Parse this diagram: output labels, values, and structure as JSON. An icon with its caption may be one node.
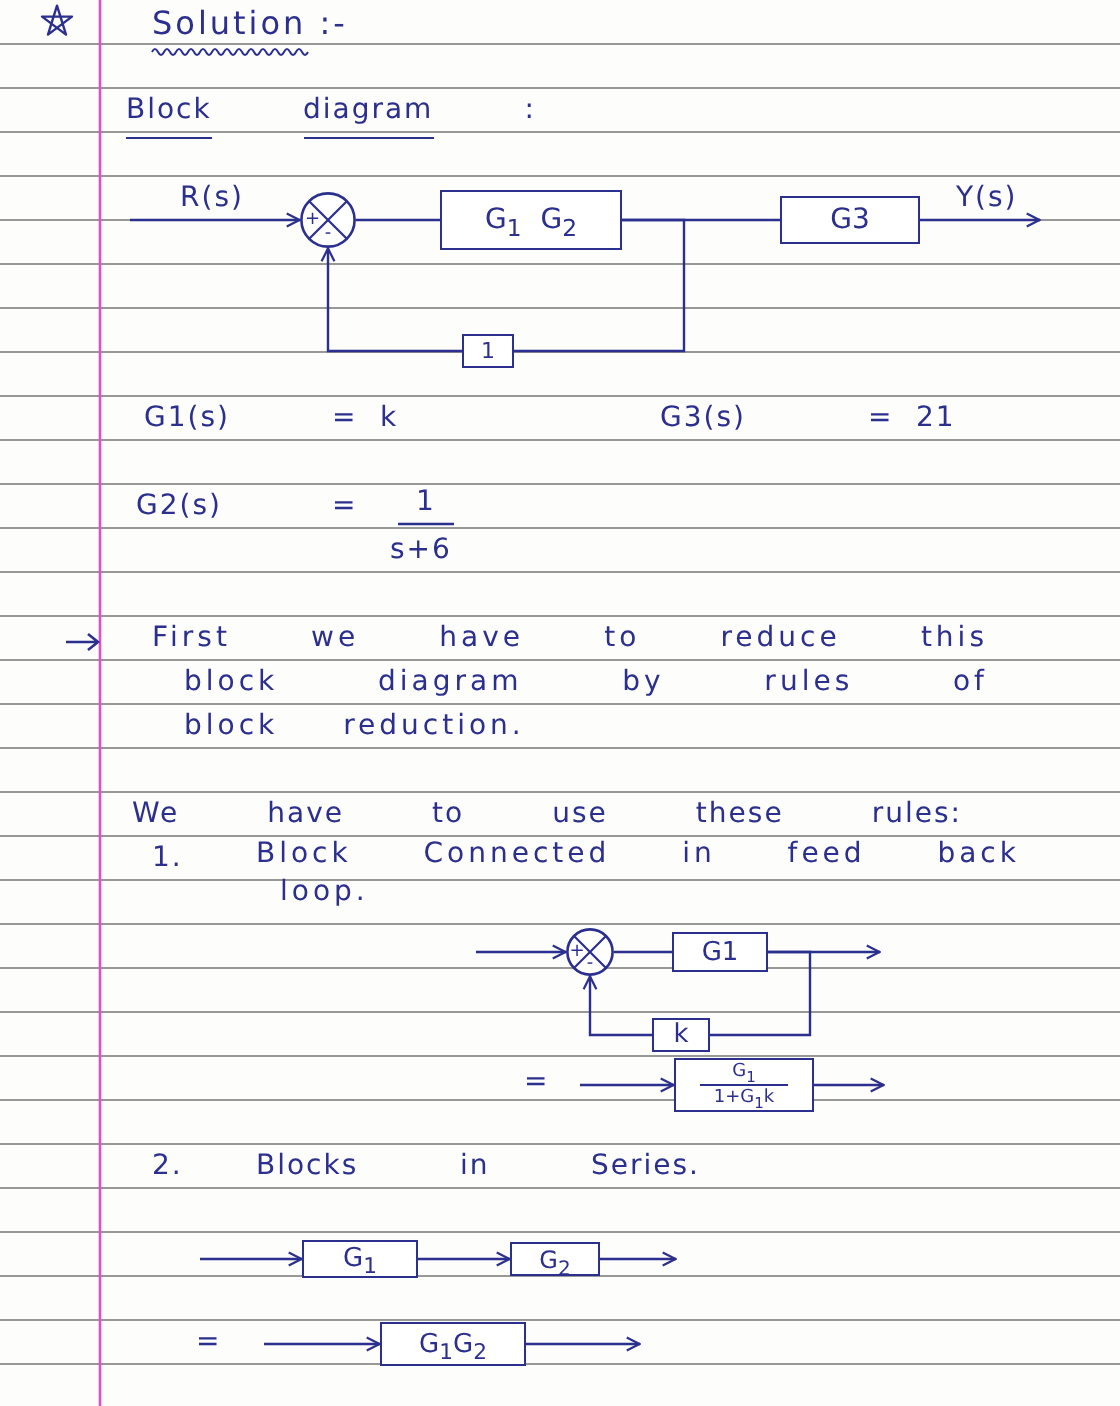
{
  "diagram": {
    "title": "Solution :-",
    "nodes": [
      {
        "text": [
          "+",
          "-"
        ]
      },
      {
        "text": [
          "G$_{1}$ G$_{2}$"
        ]
      },
      {
        "text": [
          "G3"
        ]
      },
      {
        "text": [
          "1"
        ]
      },
      {
        "text": [
          "+",
          "-"
        ]
      },
      {
        "text": [
          "G1"
        ]
      },
      {
        "text": [
          "k"
        ]
      },
      {
        "text": [
          "G$_{1}$",
          "1+G$_{1}$k"
        ]
      },
      {
        "text": [
          "G$_{1}$"
        ]
      },
      {
        "text": [
          "G$_{2}$"
        ]
      },
      {
        "text": [
          "G$_{1}$G$_{2}$"
        ]
      }
    ],
    "edges": [
      {
        "from": null,
        "to": 0,
        "arrow": "to",
        "label": "R(s)"
      },
      {
        "from": 0,
        "to": 1,
        "arrow": "none"
      },
      {
        "from": 1,
        "to": 2,
        "arrow": "none"
      },
      {
        "from": 2,
        "to": null,
        "arrow": "to",
        "label": "Y(s)"
      },
      {
        "from": 1,
        "to": 3,
        "arrow": "none"
      },
      {
        "from": 3,
        "to": 0,
        "arrow": "to"
      },
      {
        "from": null,
        "to": 4,
        "arrow": "to"
      },
      {
        "from": 4,
        "to": 5,
        "arrow": "none"
      },
      {
        "from": 5,
        "to": null,
        "arrow": "to"
      },
      {
        "from": 5,
        "to": 6,
        "arrow": "none"
      },
      {
        "from": 6,
        "to": 4,
        "arrow": "to"
      },
      {
        "from": null,
        "to": 7,
        "arrow": "to"
      },
      {
        "from": 7,
        "to": null,
        "arrow": "to"
      },
      {
        "from": null,
        "to": 8,
        "arrow": "to"
      },
      {
        "from": 8,
        "to": 9,
        "arrow": "to"
      },
      {
        "from": 9,
        "to": null,
        "arrow": "to"
      },
      {
        "from": null,
        "to": 10,
        "arrow": "to"
      },
      {
        "from": 10,
        "to": null,
        "arrow": "to"
      }
    ],
    "labels": [
      "Block diagram :",
      "G1(s)",
      "=",
      "k",
      "G3(s)",
      "=",
      "21",
      "G2(s)",
      "=",
      "1",
      "s+6",
      "First we have to reduce this block diagram by rules of block reduction.",
      "We have to use these rules:",
      "1.",
      "Block Connected in feed back loop.",
      "=",
      "2.",
      "Blocks in Series.",
      "="
    ]
  }
}
